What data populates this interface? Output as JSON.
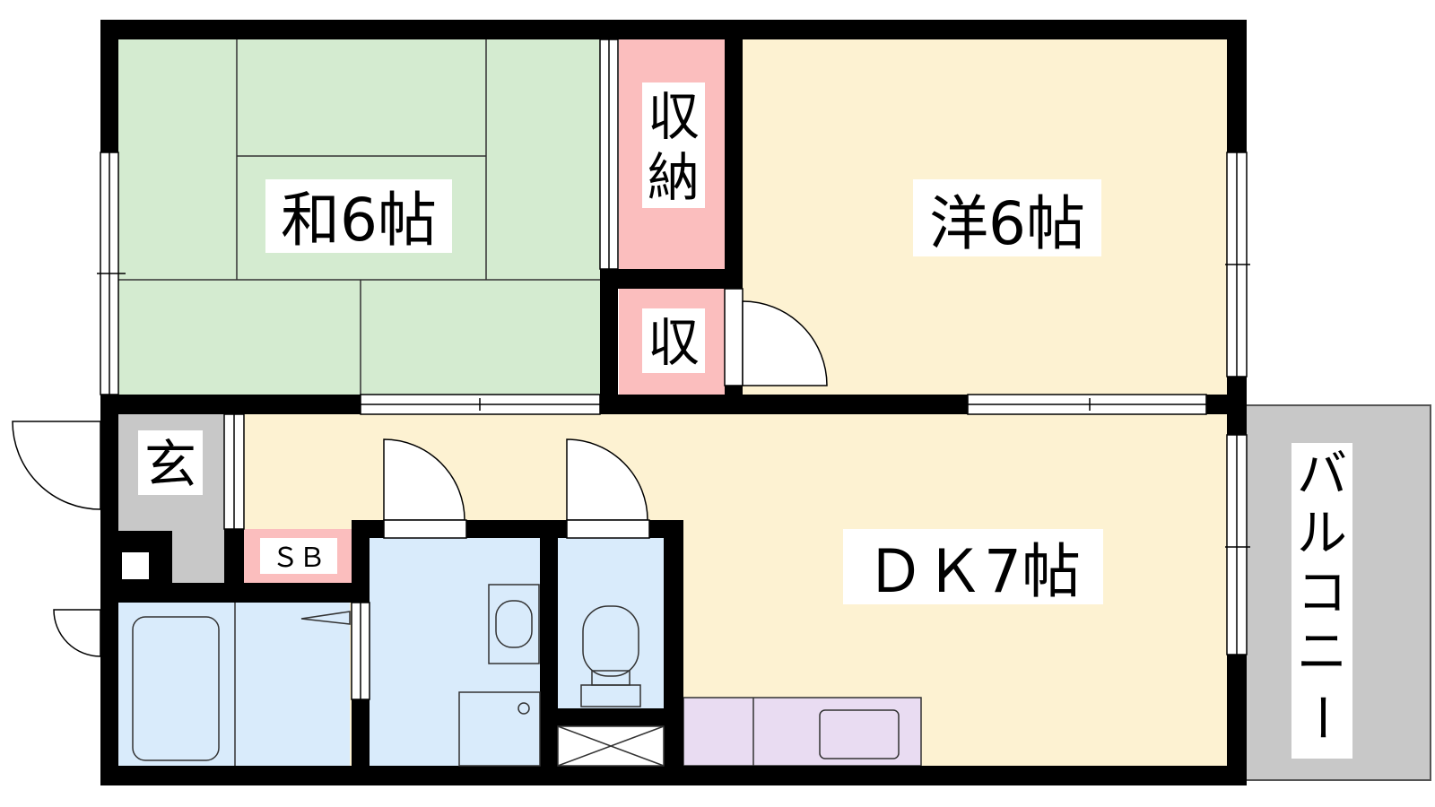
{
  "rooms": {
    "washitsu": {
      "label": "和6帖",
      "color": "#d4ebd0"
    },
    "yoshitsu": {
      "label": "洋6帖",
      "color": "#fdf2d2"
    },
    "dk": {
      "label": "ＤＫ7帖",
      "color": "#fdf2d2"
    },
    "shuno": {
      "label_1": "収",
      "label_2": "納",
      "color": "#fbbebe"
    },
    "shu": {
      "label": "収",
      "color": "#fbbebe"
    },
    "genkan": {
      "label": "玄",
      "color": "#c8c8c8"
    },
    "sb": {
      "label": "ＳＢ",
      "color": "#fbbebe"
    },
    "balcony": {
      "label_1": "バ",
      "label_2": "ル",
      "label_3": "コ",
      "label_4": "ニ",
      "label_5": "ー",
      "color": "#c8c8c8"
    }
  },
  "colors": {
    "wall": "#000000",
    "water": "#d9ebfb",
    "kitchen": "#e9dcf2",
    "fixture_line": "#333333"
  }
}
